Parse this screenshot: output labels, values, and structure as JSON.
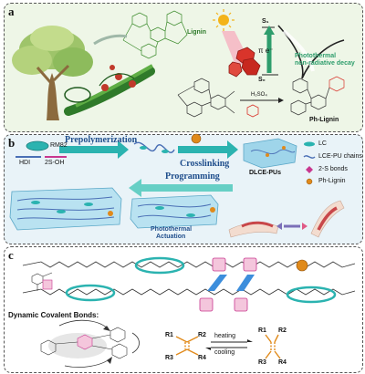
{
  "panel_a": {
    "letter": "a",
    "lignin_label": "Lignin",
    "pi_label": "π e⁻",
    "s1_label": "S₁",
    "s0_label": "S₀",
    "photothermal_text_line1": "Photothermal",
    "photothermal_text_line2": "non-radiative decay",
    "reagent_label": "H₂SO₄",
    "ph_lignin_label": "Ph-Lignin",
    "colors": {
      "green": "#3a8a2a",
      "arrow": "#2e9d6c",
      "red": "#d9342b"
    }
  },
  "panel_b": {
    "letter": "b",
    "rm82_label": "RM82",
    "hdi_label": "HDI",
    "twos_oh_label": "2S-OH",
    "prepolymerization_label": "Prepolymerization",
    "crosslinking_label": "Crosslinking",
    "dlce_pus_label": "DLCE-PUs",
    "programming_label": "Programming",
    "photothermal_label_line1": "Photothermal",
    "photothermal_label_line2": "Actuation",
    "legend": [
      {
        "label": "LC",
        "icon": "lc-mesogen-icon"
      },
      {
        "label": "LCE-PU chains",
        "icon": "chain-icon"
      },
      {
        "label": "2-S bonds",
        "icon": "disulfide-icon"
      },
      {
        "label": "Ph-Lignin",
        "icon": "sphere-icon"
      }
    ],
    "colors": {
      "teal": "#2bb3b0",
      "blue_text": "#1f4e8c",
      "pink": "#c8378f"
    }
  },
  "panel_c": {
    "letter": "c",
    "dynamic_bonds_label": "Dynamic Covalent Bonds:",
    "heating_label": "heating",
    "cooling_label": "cooling",
    "r_labels_left": [
      "R1",
      "R2",
      "R3",
      "R4"
    ],
    "r_labels_right": [
      "R1",
      "R2",
      "R3",
      "R4"
    ]
  }
}
